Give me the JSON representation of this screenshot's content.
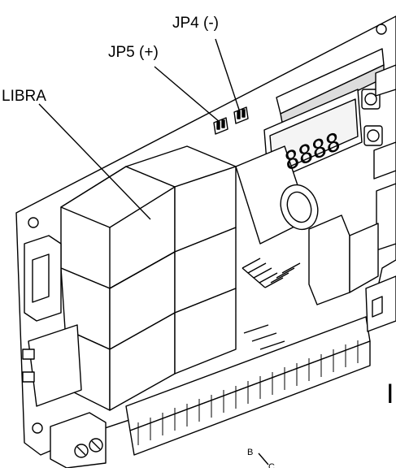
{
  "labels": {
    "jp4": "JP4 (-)",
    "jp5": "JP5 (+)",
    "libra": "LIBRA",
    "display": "8888",
    "b_marker": "B",
    "c_marker": "C",
    "edge_letter": "I"
  }
}
